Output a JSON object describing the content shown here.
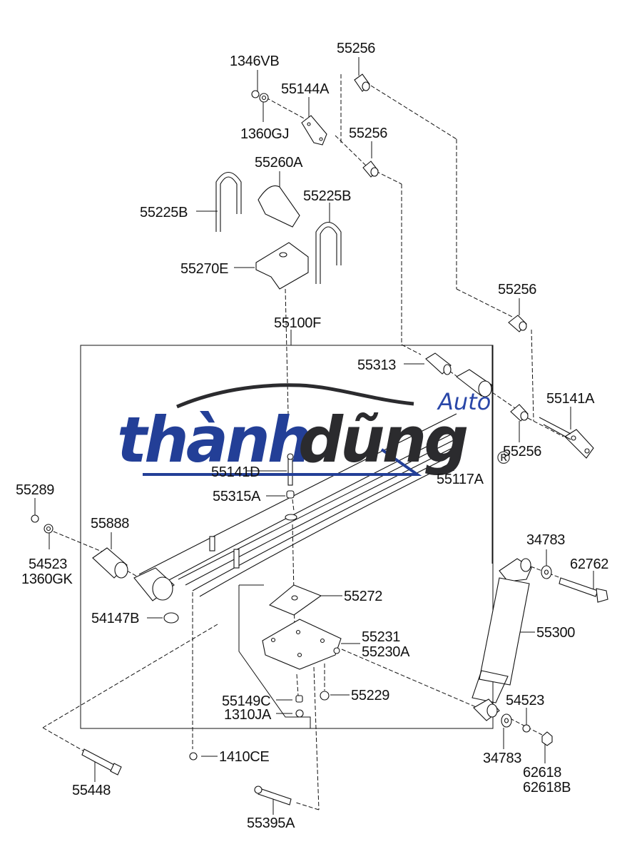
{
  "diagram": {
    "type": "exploded parts diagram",
    "subject": "rear leaf spring suspension assembly",
    "callouts": [
      {
        "id": "c1",
        "label": "1346VB"
      },
      {
        "id": "c2",
        "label": "55256"
      },
      {
        "id": "c3",
        "label": "55144A"
      },
      {
        "id": "c4",
        "label": "1360GJ"
      },
      {
        "id": "c5",
        "label": "55256"
      },
      {
        "id": "c6",
        "label": "55260A"
      },
      {
        "id": "c7",
        "label": "55225B"
      },
      {
        "id": "c8",
        "label": "55225B"
      },
      {
        "id": "c9",
        "label": "55270E"
      },
      {
        "id": "c10",
        "label": "55100F"
      },
      {
        "id": "c11",
        "label": "55256"
      },
      {
        "id": "c12",
        "label": "55313"
      },
      {
        "id": "c13",
        "label": "55141A"
      },
      {
        "id": "c14",
        "label": "55256"
      },
      {
        "id": "c15",
        "label": "55141D"
      },
      {
        "id": "c16",
        "label": "55117A"
      },
      {
        "id": "c17",
        "label": "55289"
      },
      {
        "id": "c18",
        "label": "55315A"
      },
      {
        "id": "c19",
        "label": "55888"
      },
      {
        "id": "c20",
        "label": "54523"
      },
      {
        "id": "c21",
        "label": "1360GK"
      },
      {
        "id": "c22",
        "label": "34783"
      },
      {
        "id": "c23",
        "label": "62762"
      },
      {
        "id": "c24",
        "label": "55272"
      },
      {
        "id": "c25",
        "label": "54147B"
      },
      {
        "id": "c26",
        "label": "55300"
      },
      {
        "id": "c27",
        "label": "55231"
      },
      {
        "id": "c28",
        "label": "55230A"
      },
      {
        "id": "c29",
        "label": "55229"
      },
      {
        "id": "c30",
        "label": "55149C"
      },
      {
        "id": "c31",
        "label": "54523"
      },
      {
        "id": "c32",
        "label": "1310JA"
      },
      {
        "id": "c33",
        "label": "34783"
      },
      {
        "id": "c34",
        "label": "1410CE"
      },
      {
        "id": "c35",
        "label": "62618"
      },
      {
        "id": "c36",
        "label": "62618B"
      },
      {
        "id": "c37",
        "label": "55448"
      },
      {
        "id": "c38",
        "label": "55395A"
      }
    ]
  },
  "watermark": {
    "brand_part1": "thành",
    "brand_part2": "dũng",
    "suffix": "Auto",
    "registered": "®",
    "colors": {
      "blue": "#233f97",
      "dark": "#2b2b2e",
      "auto_blue": "#2a47a8"
    }
  }
}
